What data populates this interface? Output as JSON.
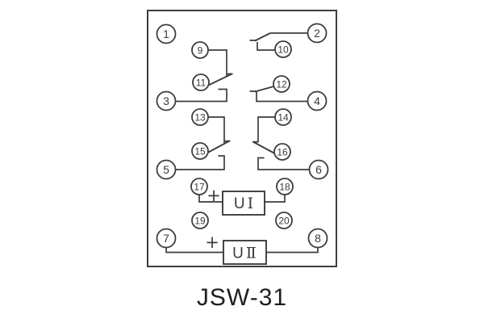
{
  "title": "JSW-31",
  "colors": {
    "background": "#ffffff",
    "line": "#3d3d3d",
    "number_text": "#3a3a3a",
    "title_text": "#1f1f1f"
  },
  "panel": {
    "terminals": [
      {
        "number": "1"
      },
      {
        "number": "2"
      },
      {
        "number": "3"
      },
      {
        "number": "4"
      },
      {
        "number": "5"
      },
      {
        "number": "6"
      },
      {
        "number": "7"
      },
      {
        "number": "8"
      },
      {
        "number": "9"
      },
      {
        "number": "10"
      },
      {
        "number": "11"
      },
      {
        "number": "12"
      },
      {
        "number": "13"
      },
      {
        "number": "14"
      },
      {
        "number": "15"
      },
      {
        "number": "16"
      },
      {
        "number": "17"
      },
      {
        "number": "18"
      },
      {
        "number": "19"
      },
      {
        "number": "20"
      }
    ],
    "switch_contacts": [
      {
        "terminals": [
          "9",
          "11",
          "3"
        ]
      },
      {
        "terminals": [
          "2",
          "10"
        ]
      },
      {
        "terminals": [
          "12",
          "4"
        ]
      },
      {
        "terminals": [
          "13",
          "15",
          "5"
        ]
      },
      {
        "terminals": [
          "14",
          "16",
          "6"
        ]
      }
    ],
    "components": [
      {
        "label_device": "U",
        "label_numeral": "Ⅰ",
        "polarity_mark": "+",
        "terminals": [
          "17",
          "18"
        ]
      },
      {
        "label_device": "U",
        "label_numeral": "Ⅱ",
        "polarity_mark": "+",
        "terminals": [
          "7",
          "8"
        ]
      }
    ]
  }
}
